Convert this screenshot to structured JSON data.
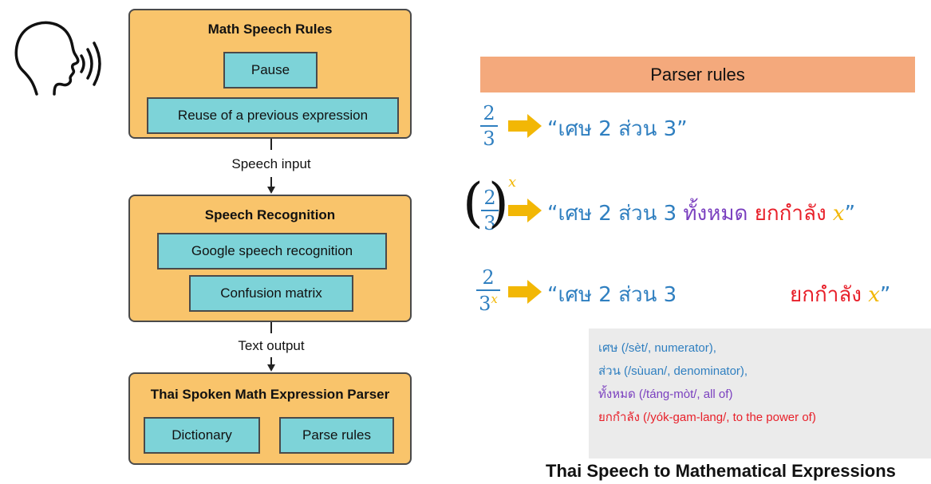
{
  "pipeline": {
    "math_speech_rules": {
      "title": "Math Speech Rules",
      "items": [
        "Pause",
        "Reuse of a previous expression"
      ]
    },
    "connector_1": "Speech input",
    "speech_recognition": {
      "title": "Speech Recognition",
      "items": [
        "Google speech recognition",
        "Confusion matrix"
      ]
    },
    "connector_2": "Text output",
    "parser": {
      "title": "Thai Spoken Math Expression Parser",
      "items": [
        "Dictionary",
        "Parse rules"
      ]
    }
  },
  "parser_rules": {
    "header": "Parser rules",
    "rules": [
      {
        "expr": {
          "num": "2",
          "den": "3"
        },
        "tokens": {
          "open": "“",
          "set": "เศษ",
          "num": "2",
          "suan": "ส่วน",
          "den": "3",
          "close": "”"
        }
      },
      {
        "expr": {
          "num": "2",
          "den": "3",
          "power": "x"
        },
        "tokens": {
          "open": "“",
          "set": "เศษ",
          "num": "2",
          "suan": "ส่วน",
          "den": "3",
          "all": "ทั้งหมด",
          "pow": "ยกกำลัง",
          "var": "x",
          "close": "”"
        }
      },
      {
        "expr": {
          "num": "2",
          "den": "3",
          "den_power": "x"
        },
        "tokens": {
          "open": "“",
          "set": "เศษ",
          "num": "2",
          "suan": "ส่วน",
          "den": "3",
          "pow": "ยกกำลัง",
          "var": "x",
          "close": "”"
        }
      }
    ],
    "glossary": [
      {
        "text": "เศษ (/sèt/, numerator),",
        "color": "#2f7fc0"
      },
      {
        "text": "ส่วน (/sùuan/, denominator),",
        "color": "#2f7fc0"
      },
      {
        "text": "ทั้งหมด (/táng-mòt/, all of)",
        "color": "#7a3fbf"
      },
      {
        "text": "ยกกำลัง (/yók-gam-lang/, to the power of)",
        "color": "#e8202a"
      }
    ],
    "caption": "Thai Speech to Mathematical Expressions"
  },
  "icons": {
    "speaker": "speaking-head-icon",
    "arrow": "orange-arrow-icon"
  },
  "colors": {
    "block": "#f9c46b",
    "box": "#7dd3d8",
    "header": "#f4a97c",
    "arrow": "#f2b705"
  }
}
